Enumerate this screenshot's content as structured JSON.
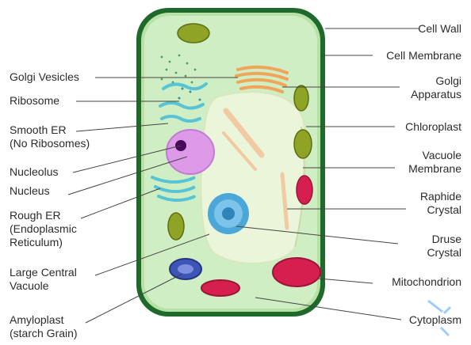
{
  "labels_left": [
    {
      "id": "golgi-vesicles",
      "lines": [
        "Golgi Vesicles"
      ]
    },
    {
      "id": "ribosome",
      "lines": [
        "Ribosome"
      ]
    },
    {
      "id": "smooth-er",
      "lines": [
        "Smooth ER",
        "(No Ribosomes)"
      ]
    },
    {
      "id": "nucleolus",
      "lines": [
        "Nucleolus"
      ]
    },
    {
      "id": "nucleus",
      "lines": [
        "Nucleus"
      ]
    },
    {
      "id": "rough-er",
      "lines": [
        "Rough ER",
        "(Endoplasmic",
        "Reticulum)"
      ]
    },
    {
      "id": "large-central-vacuole",
      "lines": [
        "Large Central",
        "Vacuole"
      ]
    },
    {
      "id": "amyloplast",
      "lines": [
        "Amyloplast",
        "(starch Grain)"
      ]
    }
  ],
  "labels_right": [
    {
      "id": "cell-wall",
      "lines": [
        "Cell Wall"
      ]
    },
    {
      "id": "cell-membrane",
      "lines": [
        "Cell Membrane"
      ]
    },
    {
      "id": "golgi-apparatus",
      "lines": [
        "Golgi",
        "Apparatus"
      ]
    },
    {
      "id": "chloroplast",
      "lines": [
        "Chloroplast"
      ]
    },
    {
      "id": "vacuole-membrane",
      "lines": [
        "Vacuole",
        "Membrane"
      ]
    },
    {
      "id": "raphide-crystal",
      "lines": [
        "Raphide",
        "Crystal"
      ]
    },
    {
      "id": "druse-crystal",
      "lines": [
        "Druse",
        "Crystal"
      ]
    },
    {
      "id": "mitochondrion",
      "lines": [
        "Mitochondrion"
      ]
    },
    {
      "id": "cytoplasm",
      "lines": [
        "Cytoplasm"
      ]
    }
  ],
  "colors": {
    "cell_wall": "#1f6a2a",
    "cytoplasm": "#cfeec3",
    "vacuole": "#eaf5d9",
    "nucleus": "#dc9ae8",
    "nucleolus": "#4a0a5c",
    "chloroplast": "#8fa324",
    "golgi": "#f2a45a",
    "mitochondrion": "#d61f4f",
    "amyloplast": "#3e55b8",
    "er": "#56c3d6",
    "druse": "#4aa7d8",
    "label_line": "#444444"
  }
}
